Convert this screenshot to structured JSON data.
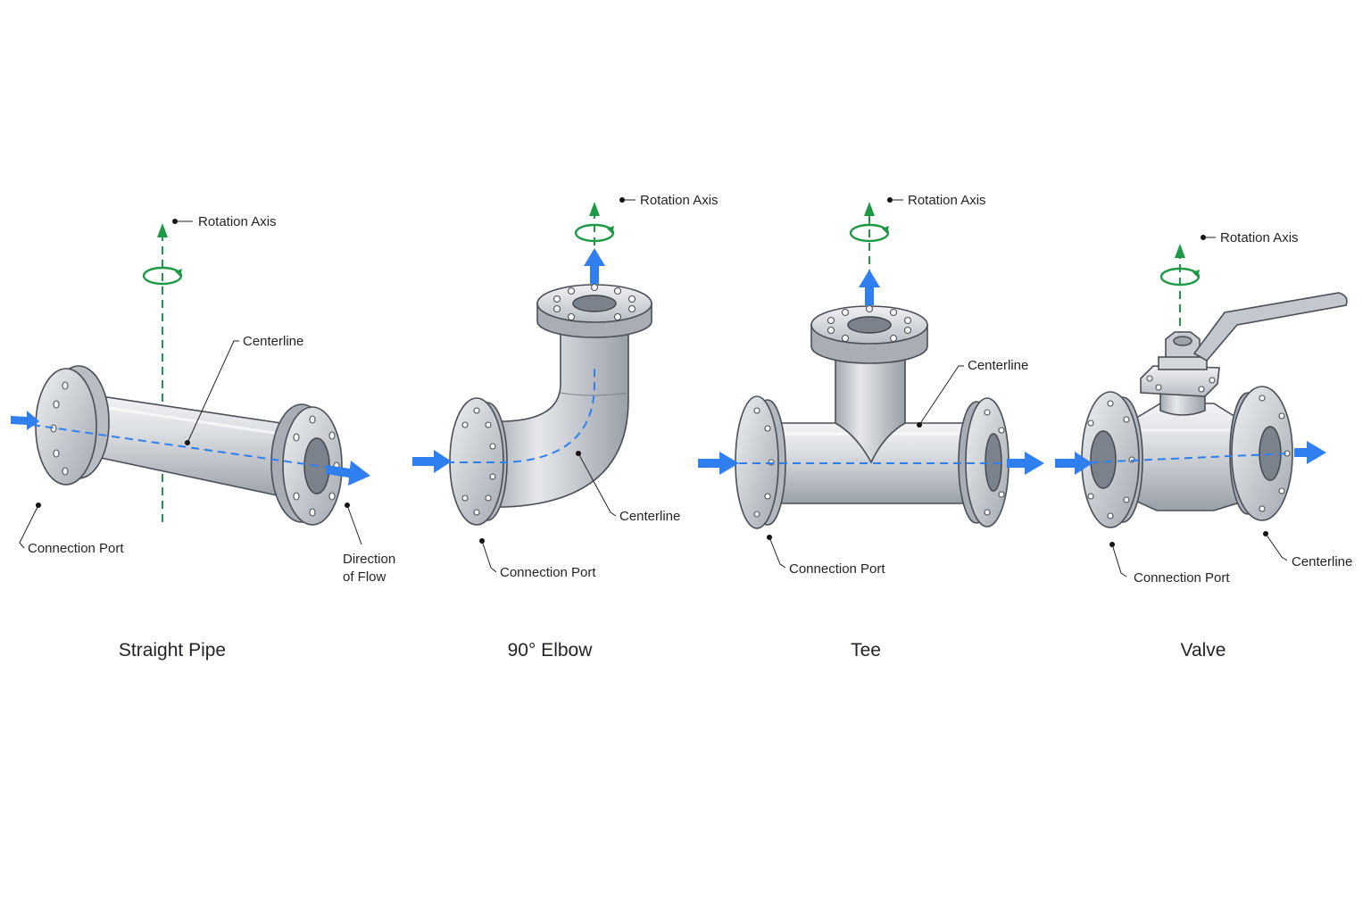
{
  "colors": {
    "flow": "#2f7ff0",
    "axis": "#1e9a47",
    "metal_light": "#eceef1",
    "metal_mid": "#c3c8cf",
    "metal_dark": "#8e949c",
    "outline": "#4a4f57"
  },
  "components": [
    {
      "title": "Straight Pipe",
      "labels": {
        "rotation_axis": "Rotation Axis",
        "centerline": "Centerline",
        "connection_port": "Connection Port",
        "direction_of_flow_line1": "Direction",
        "direction_of_flow_line2": "of Flow"
      }
    },
    {
      "title": "90° Elbow",
      "labels": {
        "rotation_axis": "Rotation Axis",
        "centerline": "Centerline",
        "connection_port": "Connection Port"
      }
    },
    {
      "title": "Tee",
      "labels": {
        "rotation_axis": "Rotation Axis",
        "centerline": "Centerline",
        "connection_port": "Connection Port"
      }
    },
    {
      "title": "Valve",
      "labels": {
        "rotation_axis": "Rotation Axis",
        "centerline": "Centerline",
        "connection_port": "Connection Port"
      }
    }
  ]
}
